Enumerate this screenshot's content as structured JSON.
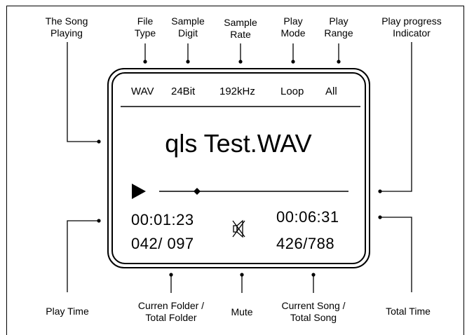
{
  "callouts": {
    "song_playing": "The Song\nPlaying",
    "file_type": "File\nType",
    "sample_digit": "Sample\nDigit",
    "sample_rate": "Sample\nRate",
    "play_mode": "Play\nMode",
    "play_range": "Play\nRange",
    "play_progress": "Play progress\nIndicator",
    "play_time": "Play Time",
    "folder": "Curren Folder /\nTotal Folder",
    "mute": "Mute",
    "current_song": "Current Song /\nTotal Song",
    "total_time": "Total Time"
  },
  "display": {
    "status": {
      "file_type": "WAV",
      "bit_depth": "24Bit",
      "sample_rate": "192kHz",
      "play_mode": "Loop",
      "play_range": "All"
    },
    "song_title": "qls Test.WAV",
    "progress_fraction": 0.2,
    "play_time": "00:01:23",
    "total_time": "00:06:31",
    "folder_current": "042",
    "folder_total": "097",
    "song_current": "426",
    "song_total": "788",
    "icons": [
      "play-icon",
      "mute-icon"
    ]
  }
}
